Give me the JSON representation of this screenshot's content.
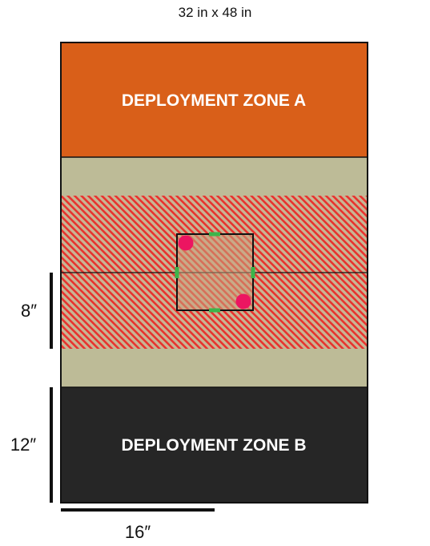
{
  "board": {
    "title": "32 in x 48 in"
  },
  "zones": {
    "a": {
      "label": "DEPLOYMENT ZONE A",
      "color": "#d95f19"
    },
    "b": {
      "label": "DEPLOYMENT ZONE B",
      "color": "#262626"
    }
  },
  "colors": {
    "neutral": "#bdbb97",
    "hatch_stripe": "#e8322e",
    "hatch_bg": "#c8b594",
    "objective_marker": "#ec1561",
    "edge_marker": "#3bb54a",
    "line": "#111111"
  },
  "dimensions": {
    "width": "16″",
    "center_band": "8″",
    "deployment_depth": "12″"
  }
}
